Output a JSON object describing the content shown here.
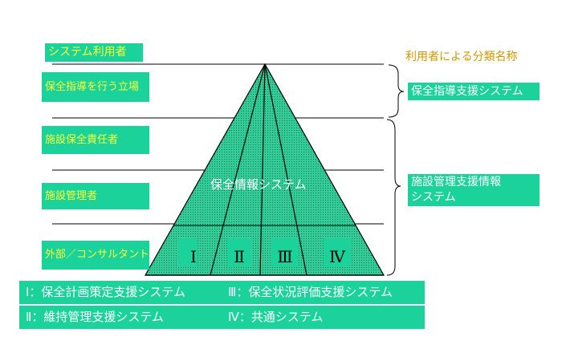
{
  "left_labels": {
    "system_users": "システム利用者",
    "guidance_role": "保全指導を行う立場",
    "facility_maint_officer": "施設保全責任者",
    "facility_manager": "施設管理者",
    "external_consultant": "外部／コンサルタント"
  },
  "pyramid": {
    "center_label": "保全情報システム",
    "sub_systems": [
      "Ⅰ",
      "Ⅱ",
      "Ⅲ",
      "Ⅳ"
    ]
  },
  "right_labels": {
    "classification_header": "利用者による分類名称",
    "maint_guidance_system": "保全指導支援システム",
    "facility_mgmt_system_line1": "施設管理支援情報",
    "facility_mgmt_system_line2": "システム"
  },
  "legend": {
    "item_1": "Ⅰ：保全計画策定支援システム",
    "item_3": "Ⅲ：保全状況評価支援システム",
    "item_2": "Ⅱ：維持管理支援システム",
    "item_4": "Ⅳ：共通システム"
  },
  "colors": {
    "box_fill": "#1ad29a",
    "yellow_text": "#ffff33",
    "pyramid_fill": "#33cc99",
    "legend_fill": "#1ad29a"
  }
}
